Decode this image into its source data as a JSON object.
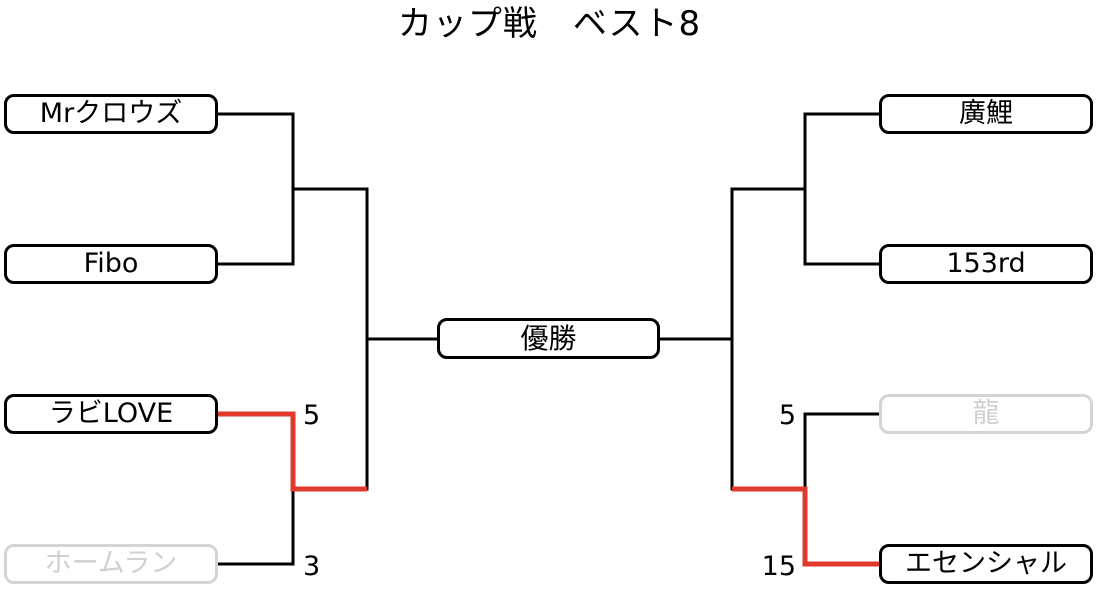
{
  "title": "カップ戦　ベスト8",
  "champion_label": "優勝",
  "left_bracket": {
    "teams": [
      {
        "name": "Mrクロウズ",
        "status": "active"
      },
      {
        "name": "Fibo",
        "status": "active"
      },
      {
        "name": "ラビLOVE",
        "status": "winner"
      },
      {
        "name": "ホームラン",
        "status": "eliminated"
      }
    ],
    "scores": {
      "upper": "5",
      "lower": "3"
    }
  },
  "right_bracket": {
    "teams": [
      {
        "name": "廣鯉",
        "status": "active"
      },
      {
        "name": "153rd",
        "status": "active"
      },
      {
        "name": "龍",
        "status": "eliminated"
      },
      {
        "name": "エセンシャル",
        "status": "winner"
      }
    ],
    "scores": {
      "upper": "5",
      "lower": "15"
    }
  },
  "colors": {
    "line": "#000000",
    "winner_path": "#e03a2e",
    "eliminated": "#d4d4d4"
  }
}
